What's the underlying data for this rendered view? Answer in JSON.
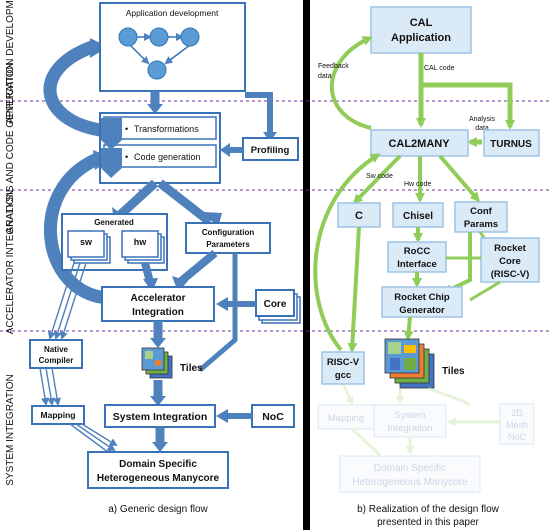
{
  "phases": {
    "app_dev": "APPLICATION DEVELOPMENT",
    "analysis": "ANALYSIS AND CODE GENERATION",
    "accel": "ACCELERATOR INTEGRATION",
    "sys": "SYSTEM INTEGRATION"
  },
  "left": {
    "app_dev_title": "Application development",
    "transformations": "Transformations",
    "code_generation": "Code generation",
    "profiling": "Profiling",
    "generated": "Generated",
    "sw": "sw",
    "hw": "hw",
    "config_params": [
      "Configuration",
      "Parameters"
    ],
    "accel_integration": [
      "Accelerator",
      "Integration"
    ],
    "core": "Core",
    "native_compiler": [
      "Native",
      "Compiler"
    ],
    "tiles": "Tiles",
    "mapping": "Mapping",
    "system_integration": "System Integration",
    "noc": "NoC",
    "domain_specific": [
      "Domain Specific",
      "Heterogeneous Manycore"
    ],
    "caption": "a) Generic design flow"
  },
  "right": {
    "cal_app": [
      "CAL",
      "Application"
    ],
    "feedback": [
      "Feedback",
      "data"
    ],
    "cal_code": "CAL code",
    "analysis_data": [
      "Analysis",
      "data"
    ],
    "cal2many": "CAL2MANY",
    "turnus": "TURNUS",
    "sw_code": "Sw code",
    "hw_code": "Hw code",
    "c": "C",
    "chisel": "Chisel",
    "conf_params": [
      "Conf",
      "Params"
    ],
    "rocc": [
      "RoCC",
      "Interface"
    ],
    "rocket_core": [
      "Rocket",
      "Core",
      "(RISC-V)"
    ],
    "rocket_chip": [
      "Rocket Chip",
      "Generator"
    ],
    "riscv_gcc": [
      "RISC-V",
      "gcc"
    ],
    "tiles": "Tiles",
    "mapping": "Mapping",
    "system_integration": [
      "System",
      "Integration"
    ],
    "mesh_noc": [
      "2D",
      "Mesh",
      "NoC"
    ],
    "domain_specific": [
      "Domain Specific",
      "Heterogeneous Manycore"
    ],
    "caption": [
      "b) Realization of the design flow",
      "presented in this paper"
    ]
  },
  "colors": {
    "box_border": "#3a72b8",
    "flow_blue": "#4f81bd",
    "light_blue": "#dbeaf7",
    "green": "#8fcd58",
    "divider": "#7030a0"
  }
}
